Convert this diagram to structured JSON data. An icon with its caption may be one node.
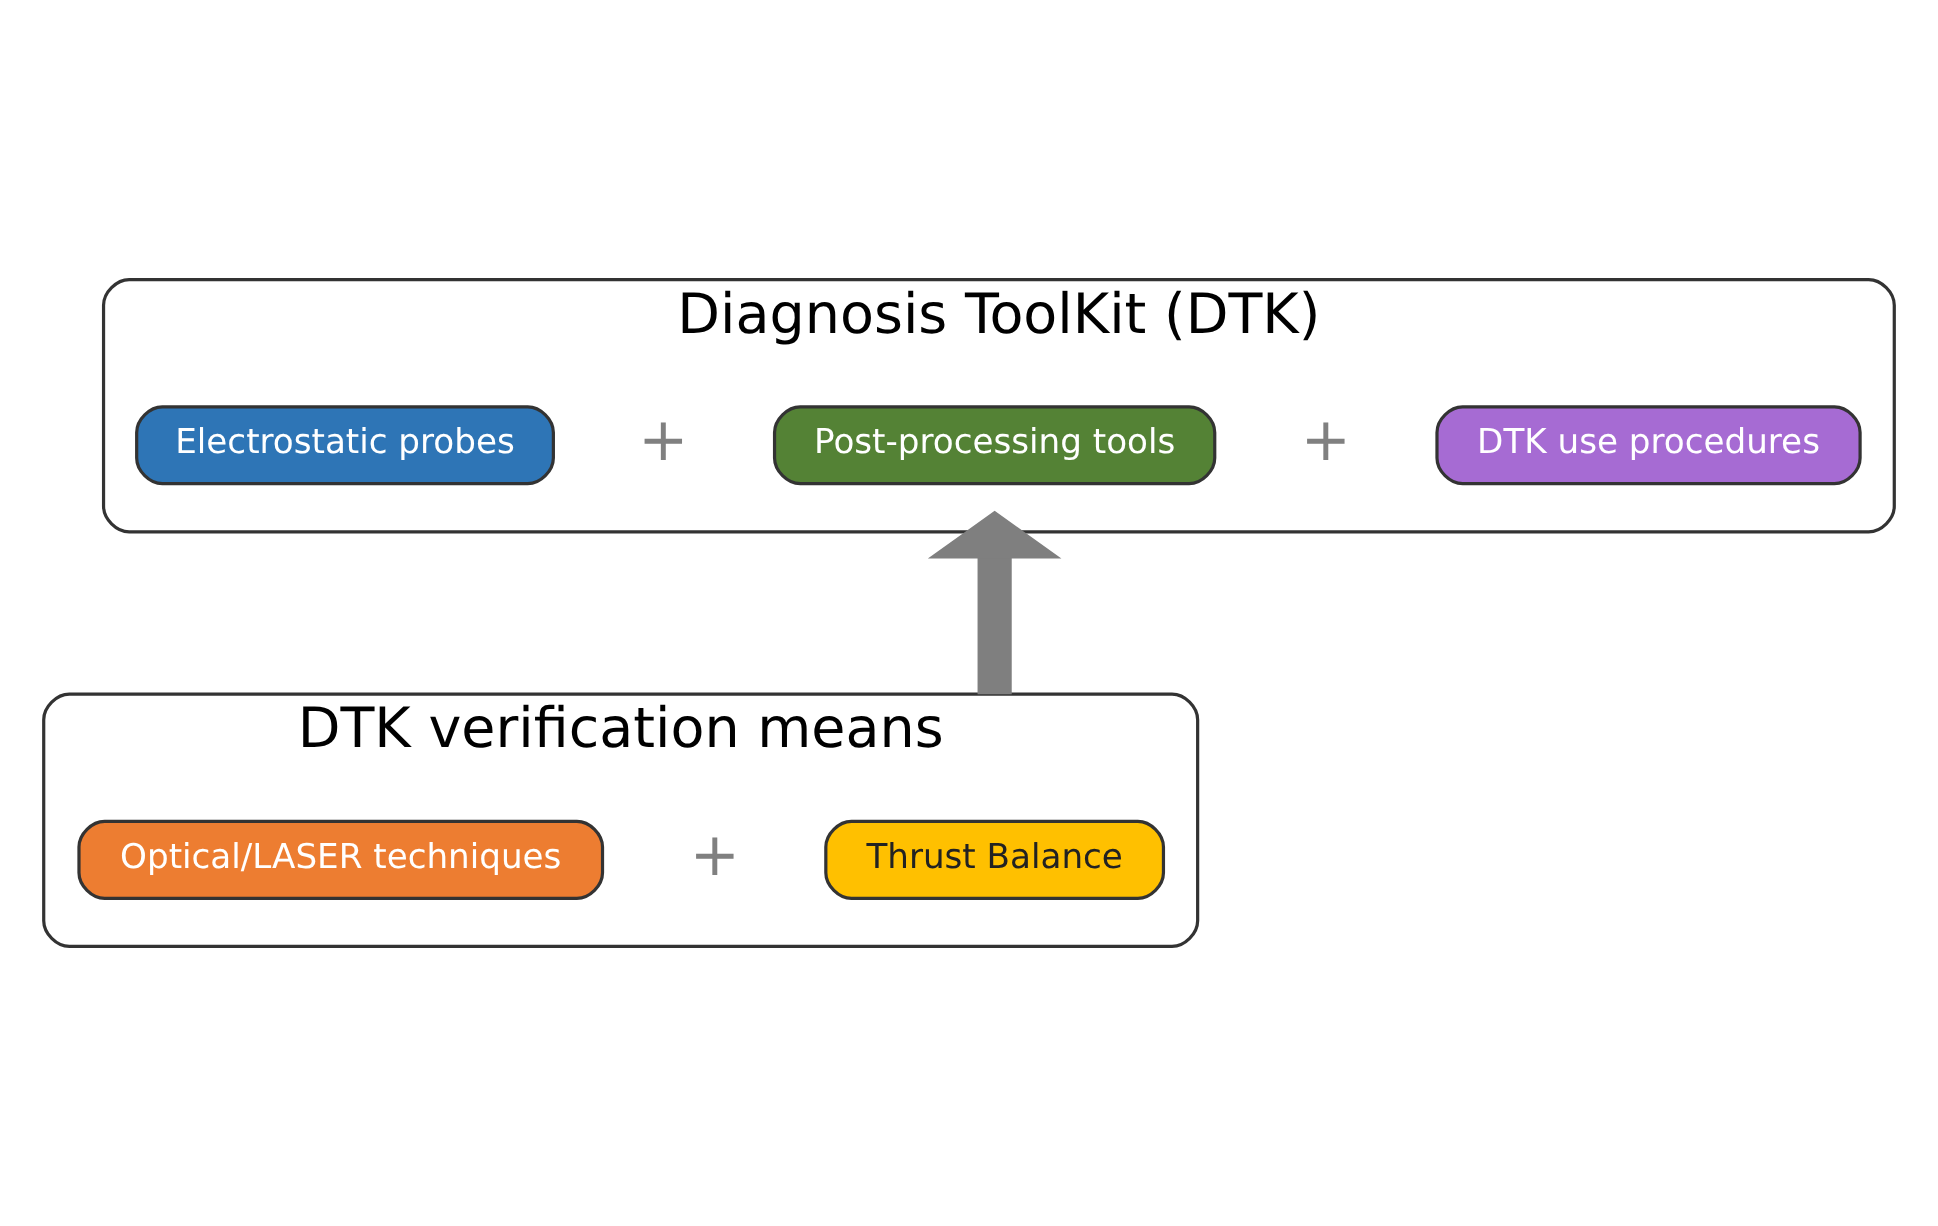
{
  "diagram": {
    "nodes": [
      {
        "text": [
          "Diagnosis ToolKit (DTK)"
        ]
      },
      {
        "text": [
          "Electrostatic probes"
        ],
        "in": 0
      },
      {
        "text": [
          "Post-processing tools"
        ],
        "in": 0
      },
      {
        "text": [
          "DTK use procedures"
        ],
        "in": 0
      },
      {
        "text": [
          "DTK verification means"
        ]
      },
      {
        "text": [
          "Optical/LASER techniques"
        ],
        "in": 4
      },
      {
        "text": [
          "Thrust Balance"
        ],
        "in": 4
      }
    ],
    "edges": [
      {
        "from": 4,
        "to": 0,
        "arrow": "to"
      }
    ],
    "labels": [
      "+",
      "+",
      "+"
    ]
  }
}
